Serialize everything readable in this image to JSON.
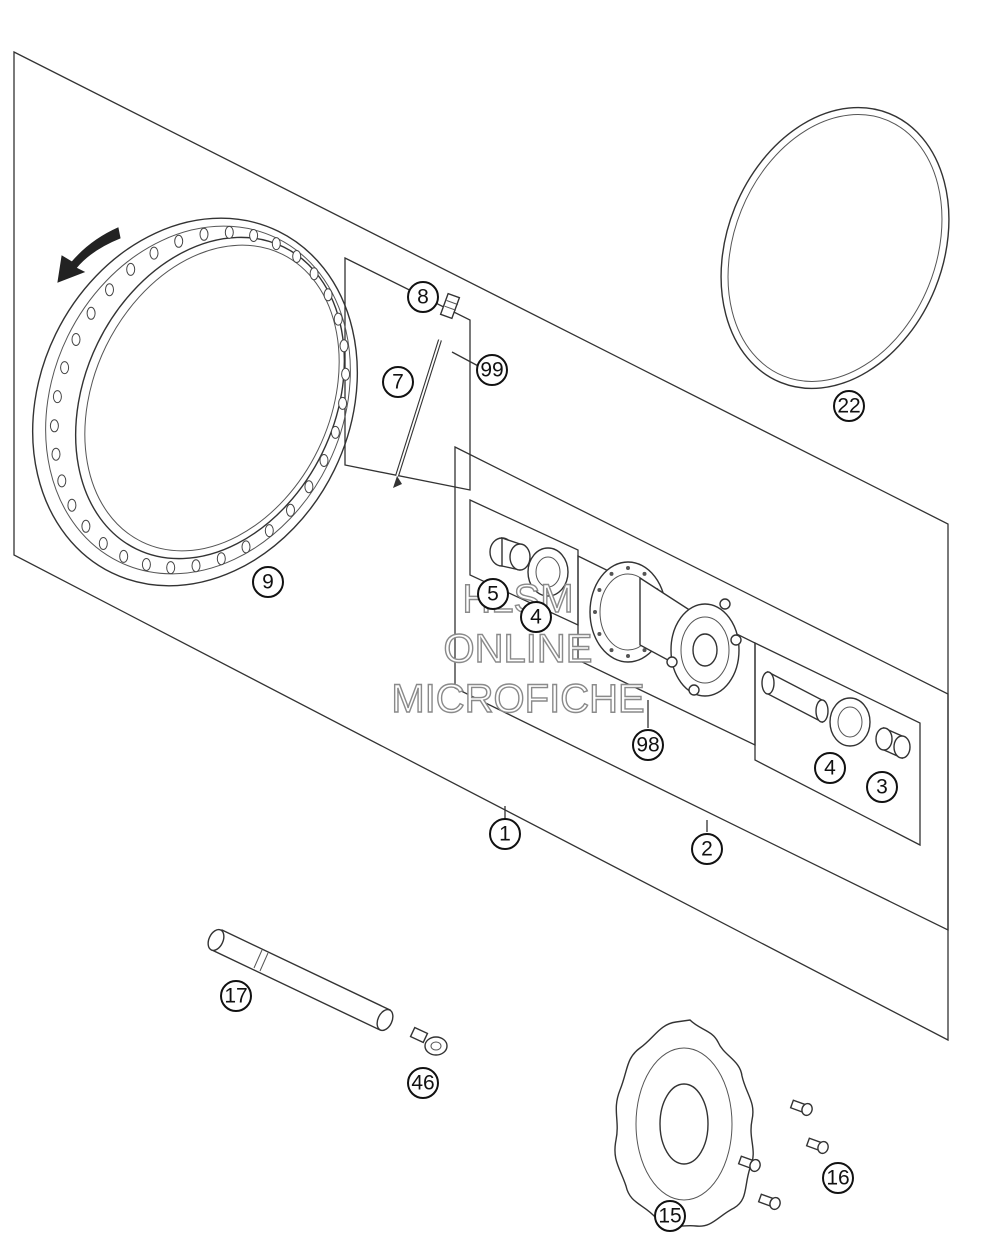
{
  "callouts": {
    "p1": "1",
    "p2": "2",
    "p3": "3",
    "p4a": "4",
    "p4b": "4",
    "p5": "5",
    "p7": "7",
    "p8": "8",
    "p9": "9",
    "p15": "15",
    "p16": "16",
    "p17": "17",
    "p22": "22",
    "p46": "46",
    "p98": "98",
    "p99": "99"
  },
  "watermark": {
    "line1": "HLSM",
    "line2": "ONLINE",
    "line3": "MICROFICHE"
  },
  "icons": {
    "rotation_arrow": "rotation-arrow-icon"
  },
  "colors": {
    "line": "#333333",
    "arrow": "#222222",
    "watermark_outline": "#8a8a8a"
  }
}
